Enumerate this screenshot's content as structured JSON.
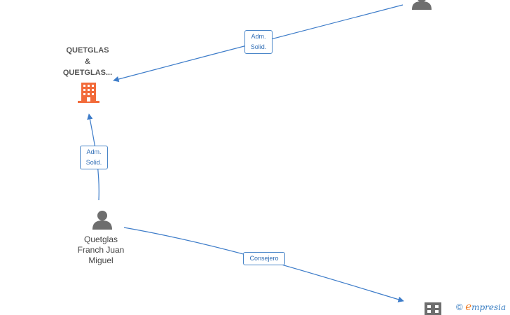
{
  "nodes": {
    "company": {
      "name_lines": [
        "QUETGLAS",
        "&",
        "QUETGLAS..."
      ],
      "color": "#f26b3a"
    },
    "person_main": {
      "name_lines": [
        "Quetglas",
        "Franch Juan",
        "Miguel"
      ],
      "color": "#6e6e6e"
    },
    "person_top_right": {
      "color": "#6e6e6e"
    },
    "company_bottom_right": {
      "color": "#6e6e6e"
    }
  },
  "edges": {
    "top_to_company": {
      "label_lines": [
        "Adm.",
        "Solid."
      ]
    },
    "person_to_company": {
      "label_lines": [
        "Adm.",
        "Solid."
      ]
    },
    "person_to_bottom": {
      "label_lines": [
        "Consejero"
      ]
    },
    "color": "#3d7cc9"
  },
  "watermark": {
    "copyright": "©",
    "brand_initial": "e",
    "brand_rest": "mpresia"
  }
}
